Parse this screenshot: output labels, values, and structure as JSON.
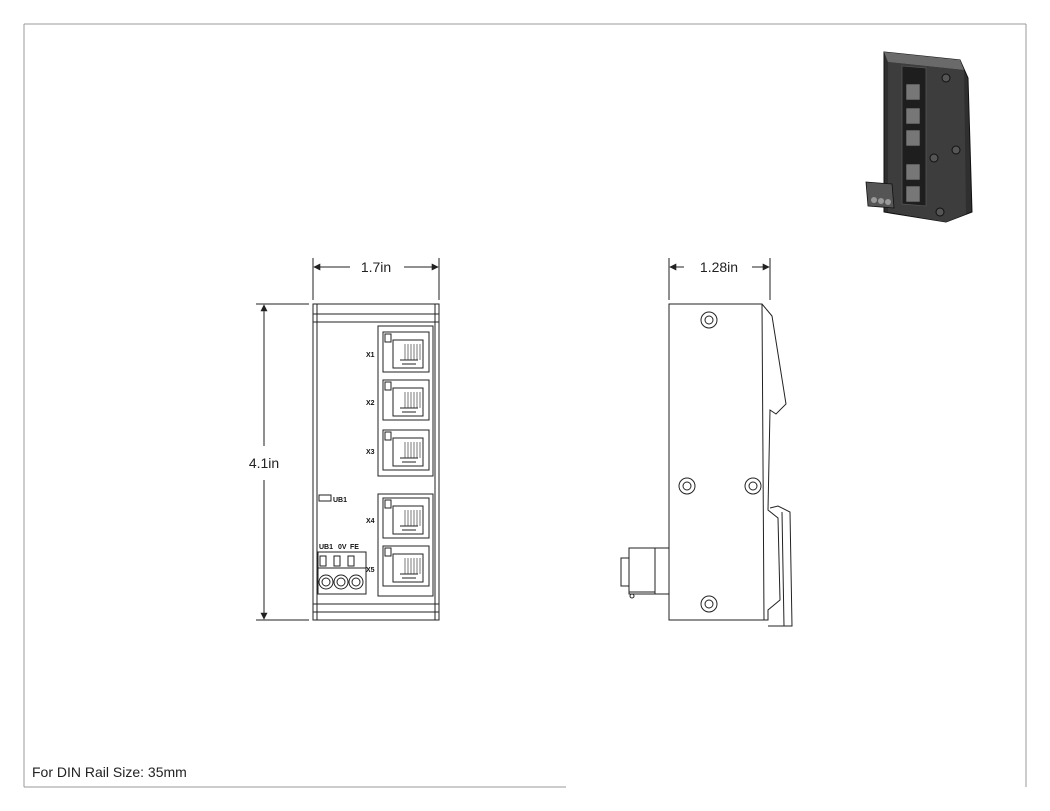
{
  "dimensions": {
    "front_width": "1.7in",
    "front_height": "4.1in",
    "side_depth": "1.28in"
  },
  "port_labels": [
    "X1",
    "X2",
    "X3",
    "X4",
    "X5"
  ],
  "led_label": "UB1",
  "terminal_labels": [
    "UB1",
    "0V",
    "FE"
  ],
  "footnote": "For DIN Rail Size: 35mm",
  "colors": {
    "line": "#222222",
    "device_dark": "#3a3a3a",
    "border": "#999999"
  }
}
